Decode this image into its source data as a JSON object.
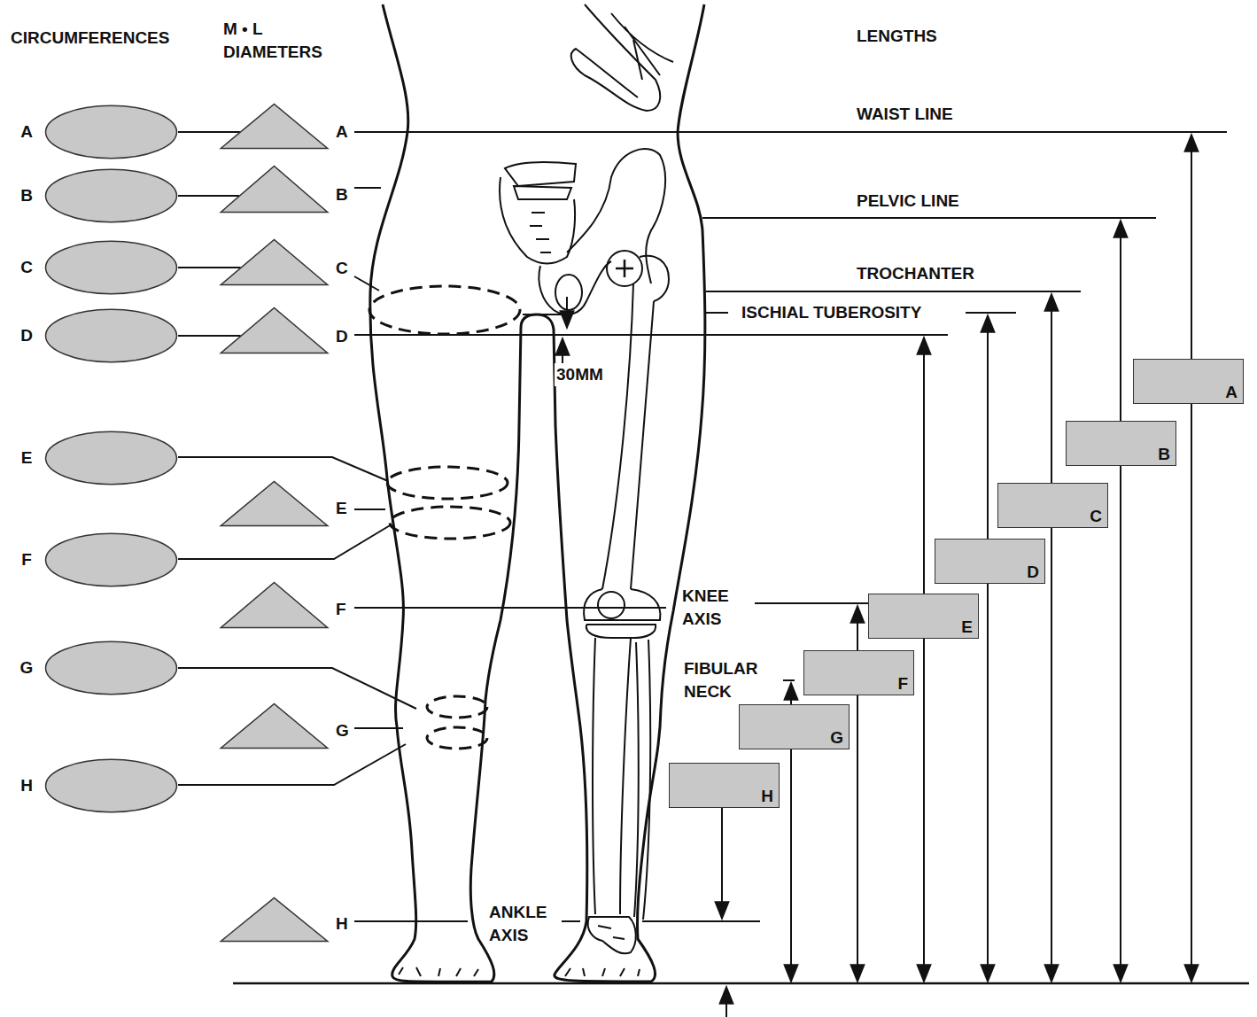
{
  "diagram": {
    "nodes": [
      {
        "text": [
          "A"
        ]
      },
      {
        "text": [
          "B"
        ]
      },
      {
        "text": [
          "C"
        ]
      },
      {
        "text": [
          "D"
        ]
      },
      {
        "text": [
          "E"
        ]
      },
      {
        "text": [
          "F"
        ]
      },
      {
        "text": [
          "G"
        ]
      },
      {
        "text": [
          "H"
        ]
      },
      {
        "text": [
          "A"
        ]
      },
      {
        "text": [
          "B"
        ]
      },
      {
        "text": [
          "C"
        ]
      },
      {
        "text": [
          "D"
        ]
      },
      {
        "text": [
          "E"
        ]
      },
      {
        "text": [
          "F"
        ]
      },
      {
        "text": [
          "G"
        ]
      },
      {
        "text": [
          "H"
        ]
      },
      {
        "text": [
          "A"
        ]
      },
      {
        "text": [
          "B"
        ]
      },
      {
        "text": [
          "C"
        ]
      },
      {
        "text": [
          "D"
        ]
      },
      {
        "text": [
          "E"
        ]
      },
      {
        "text": [
          "F"
        ]
      },
      {
        "text": [
          "G"
        ]
      },
      {
        "text": [
          "H"
        ]
      }
    ],
    "edges": [
      {
        "from": 0,
        "to": 8,
        "arrow": "none"
      },
      {
        "from": 1,
        "to": 9,
        "arrow": "none"
      },
      {
        "from": 2,
        "to": 10,
        "arrow": "none"
      },
      {
        "from": 3,
        "to": 11,
        "arrow": "none"
      }
    ],
    "labels": [
      "CIRCUMFERENCES",
      "M • L DIAMETERS",
      "LENGTHS",
      "WAIST LINE",
      "PELVIC LINE",
      "TROCHANTER",
      "ISCHIAL TUBEROSITY",
      "30MM",
      "KNEE AXIS",
      "FIBULAR NECK",
      "ANKLE AXIS"
    ]
  }
}
